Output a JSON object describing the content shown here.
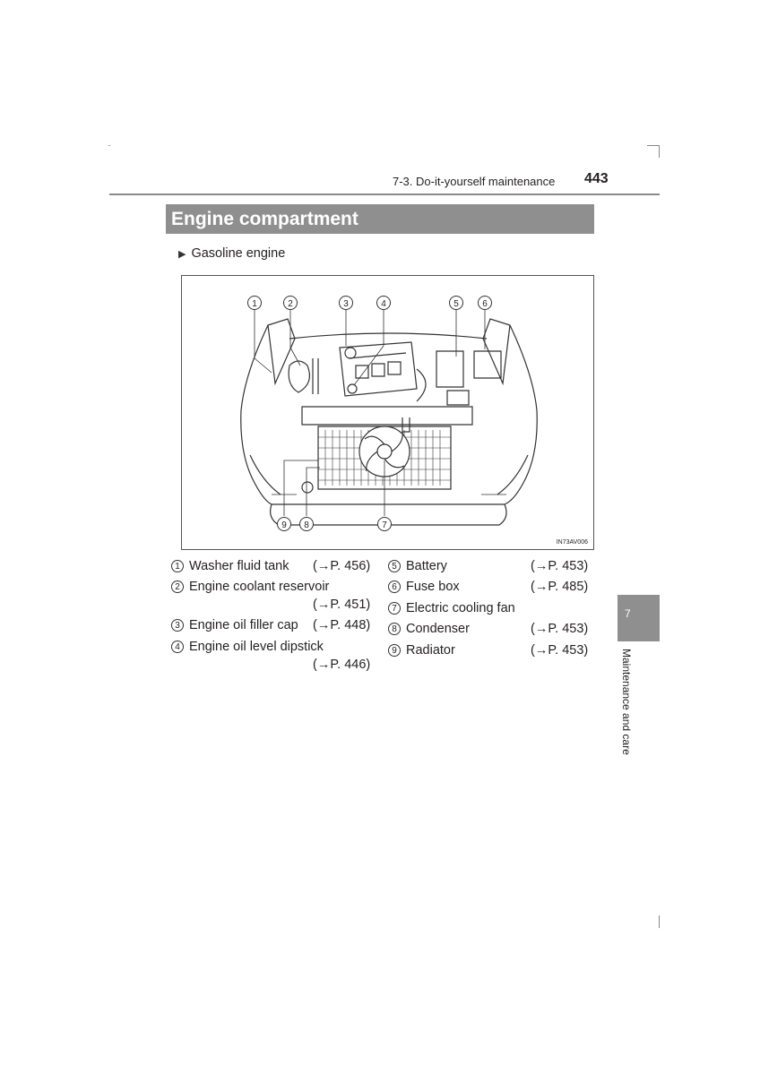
{
  "header": {
    "section": "7-3. Do-it-yourself maintenance",
    "page_number": "443"
  },
  "title": "Engine compartment",
  "subhead": "Gasoline engine",
  "figure": {
    "code": "IN73AV006",
    "callout_numbers": [
      "1",
      "2",
      "3",
      "4",
      "5",
      "6",
      "7",
      "8",
      "9"
    ]
  },
  "legend": {
    "items": [
      {
        "num": "1",
        "label": "Washer fluid tank",
        "ref": "(→P. 456)"
      },
      {
        "num": "2",
        "label": "Engine coolant reservoir",
        "ref": "(→P. 451)"
      },
      {
        "num": "3",
        "label": "Engine oil filler cap",
        "ref": "(→P. 448)"
      },
      {
        "num": "4",
        "label": "Engine oil level dipstick",
        "ref": "(→P. 446)"
      },
      {
        "num": "5",
        "label": "Battery",
        "ref": "(→P. 453)"
      },
      {
        "num": "6",
        "label": "Fuse box",
        "ref": "(→P. 485)"
      },
      {
        "num": "7",
        "label": "Electric cooling fan",
        "ref": ""
      },
      {
        "num": "8",
        "label": "Condenser",
        "ref": "(→P. 453)"
      },
      {
        "num": "9",
        "label": "Radiator",
        "ref": "(→P. 453)"
      }
    ]
  },
  "side_tab": {
    "chapter": "7",
    "label": "Maintenance and care"
  }
}
